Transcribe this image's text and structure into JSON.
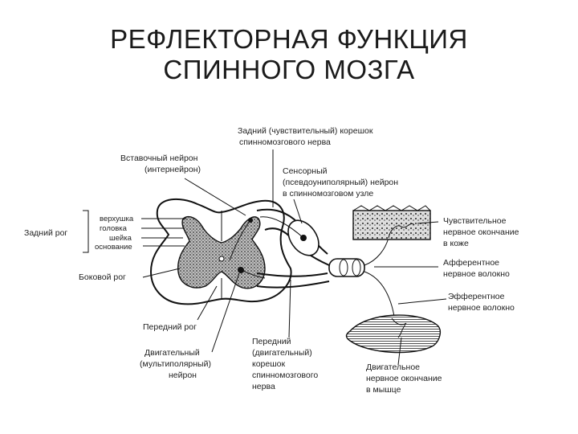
{
  "title": {
    "line1": "РЕФЛЕКТОРНАЯ ФУНКЦИЯ",
    "line2": "СПИННОГО МОЗГА"
  },
  "labels": {
    "dorsal_root": [
      "Задний (чувствительный) корешок",
      "спинномозгового нерва"
    ],
    "interneuron": [
      "Вставочный нейрон",
      "(интернейрон)"
    ],
    "sensory_neuron": [
      "Сенсорный",
      "(псевдоуниполярный) нейрон",
      "в спинномозговом узле"
    ],
    "posterior_horn": "Задний рог",
    "horn_parts": [
      "верхушка",
      "головка",
      "шейка",
      "основание"
    ],
    "lateral_horn": "Боковой рог",
    "anterior_horn": "Передний рог",
    "motor_neuron": [
      "Двигательный",
      "(мультиполярный)",
      "нейрон"
    ],
    "ventral_root": [
      "Передний",
      "(двигательный)",
      "корешок",
      "спинномозгового",
      "нерва"
    ],
    "sensory_ending": [
      "Чувствительное",
      "нервное окончание",
      "в коже"
    ],
    "afferent_fiber": [
      "Афферентное",
      "нервное волокно"
    ],
    "efferent_fiber": [
      "Эфферентное",
      "нервное волокно"
    ],
    "motor_ending": [
      "Двигательное",
      "нервное окончание",
      "в мышце"
    ]
  }
}
